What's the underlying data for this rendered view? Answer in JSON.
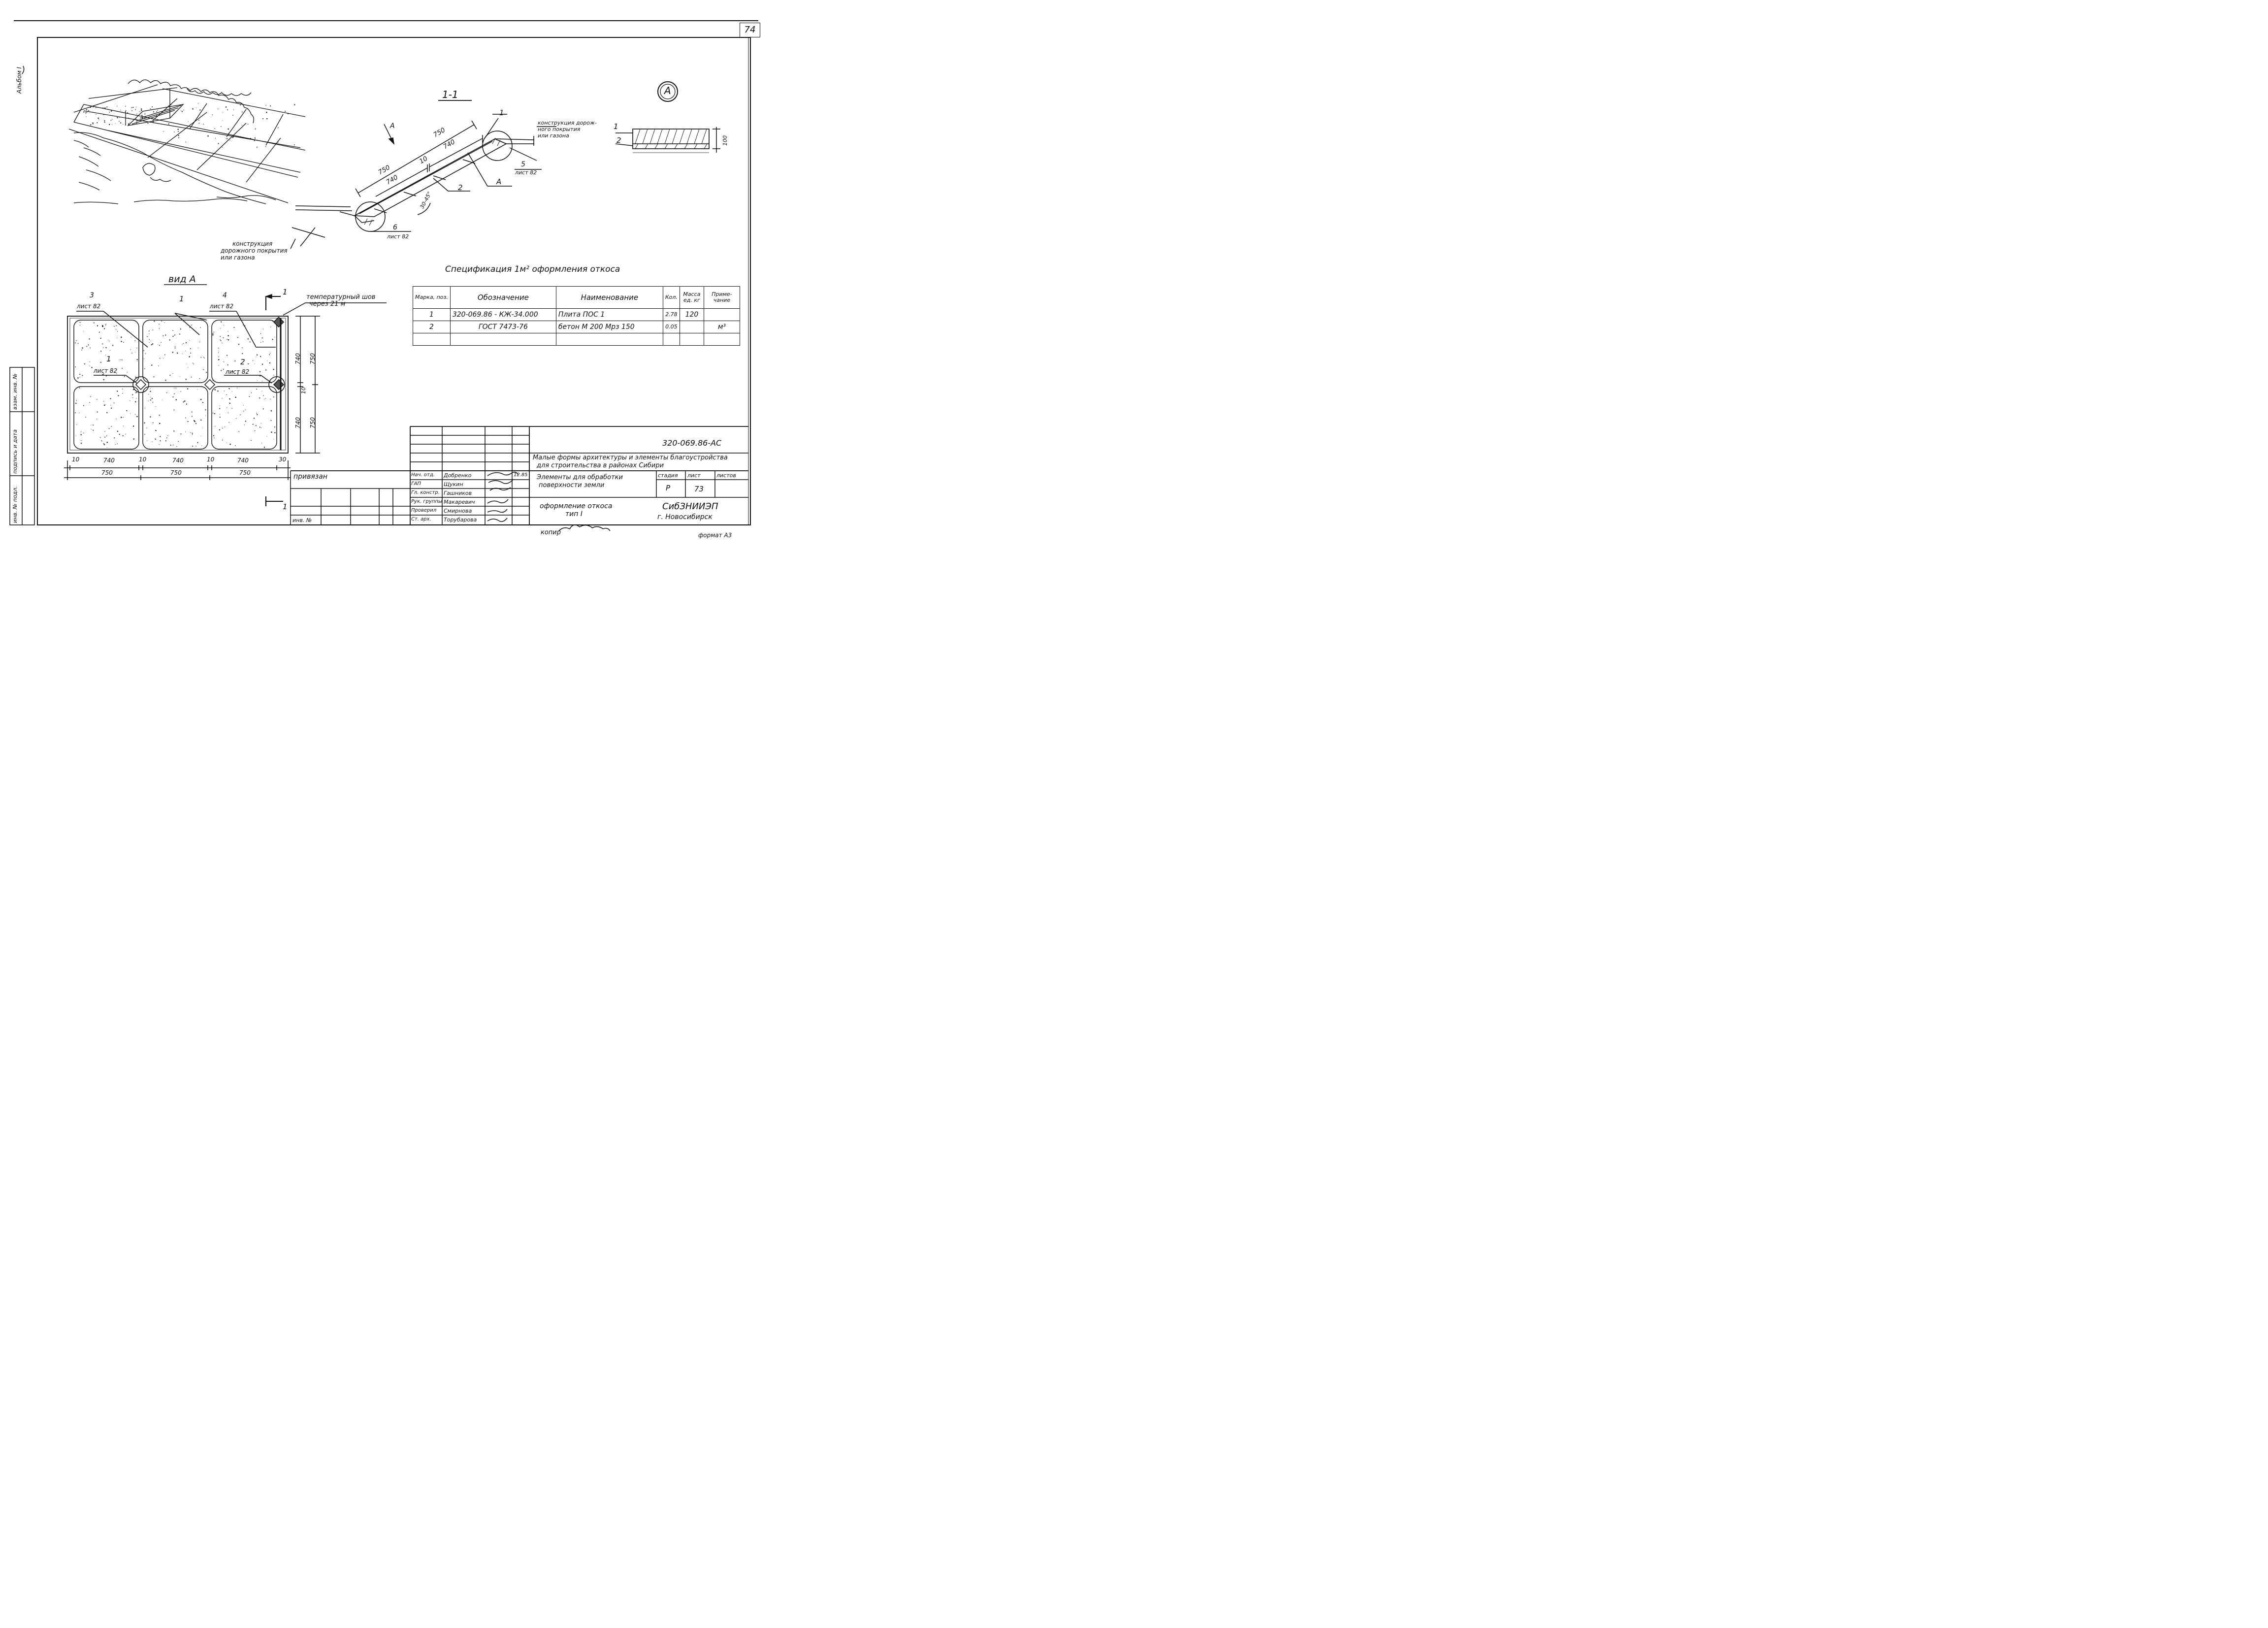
{
  "sheet": {
    "page_number": "74",
    "album": "Альбом I",
    "format": "формат А3",
    "copy_label": "копир"
  },
  "section": {
    "title": "1-1",
    "view_marker": "А",
    "view_arrow_label": "А",
    "dim_750a": "750",
    "dim_740a": "740",
    "dim_10": "10",
    "dim_750b": "750",
    "dim_740b": "740",
    "angle": "30-45°",
    "pos_1": "1",
    "pos_2": "2",
    "pos_A": "А",
    "callout_5_num": "5",
    "callout_5_sheet": "лист 82",
    "callout_6_num": "6",
    "callout_6_sheet": "лист 82",
    "note_top": [
      "конструкция дорож-",
      "ного покрытия",
      "или газона"
    ],
    "note_bottom": [
      "конструкция",
      "дорожного покрытия",
      "или газона"
    ]
  },
  "detail": {
    "pos_1": "1",
    "pos_2": "2",
    "dim": "100"
  },
  "view_a": {
    "title": "вид А",
    "callout_3_num": "3",
    "callout_3_sheet": "лист 82",
    "pos_1": "1",
    "callout_4_num": "4",
    "callout_4_sheet": "лист 82",
    "section_mark": "1",
    "joint_note": [
      "температурный шов",
      "через 21 м"
    ],
    "callout_1_num": "1",
    "callout_1_sheet": "лист 82",
    "callout_2_num": "2",
    "callout_2_sheet": "лист 82",
    "right_dims": [
      "740",
      "750",
      "10",
      "740",
      "750"
    ],
    "bottom_dims": [
      "10",
      "740",
      "10",
      "740",
      "10",
      "740",
      "30"
    ],
    "bottom_totals": [
      "750",
      "750",
      "750"
    ],
    "section_mark_bottom": "1"
  },
  "spec": {
    "title": "Спецификация 1м² оформления откоса",
    "headers": [
      "Марка, поз.",
      "Обозначение",
      "Наименование",
      "Кол.",
      "Масса ед. кг",
      "Приме-чание"
    ],
    "rows": [
      [
        "1",
        "320-069.86 - КЖ-34.000",
        "Плита ПОС 1",
        "2.78",
        "120",
        ""
      ],
      [
        "2",
        "ГОСТ 7473-76",
        "бетон М 200 Мрз 150",
        "0.05",
        "",
        "м³"
      ],
      [
        "",
        "",
        "",
        "",
        "",
        ""
      ]
    ]
  },
  "title_block": {
    "doc_code": "320-069.86-АС",
    "project": [
      "Малые формы архитектуры и элементы благоустройства",
      "для строительства в районах Сибири"
    ],
    "element": [
      "Элементы для обработки",
      "поверхности земли"
    ],
    "sheet_title": [
      "оформление откоса",
      "тип I"
    ],
    "stage_label": "стадия",
    "sheet_label": "лист",
    "sheets_label": "листов",
    "stage": "Р",
    "sheet_no": "73",
    "org": "СибЗНИИЭП",
    "city": "г. Новосибирск",
    "bound": "привязан",
    "inv_no": "инв. №",
    "roles": [
      "Нач. отд.",
      "ГАП",
      "Гл. констр.",
      "Рук. группы",
      "Проверил",
      "Ст. арх."
    ],
    "names": [
      "Добренко",
      "Щукин",
      "Гашников",
      "Макаревич",
      "Смирнова",
      "Торубарова"
    ],
    "date": "12.85"
  },
  "side_stamp": [
    "инв. № подл.",
    "подпись и дата",
    "взам. инв. №"
  ]
}
